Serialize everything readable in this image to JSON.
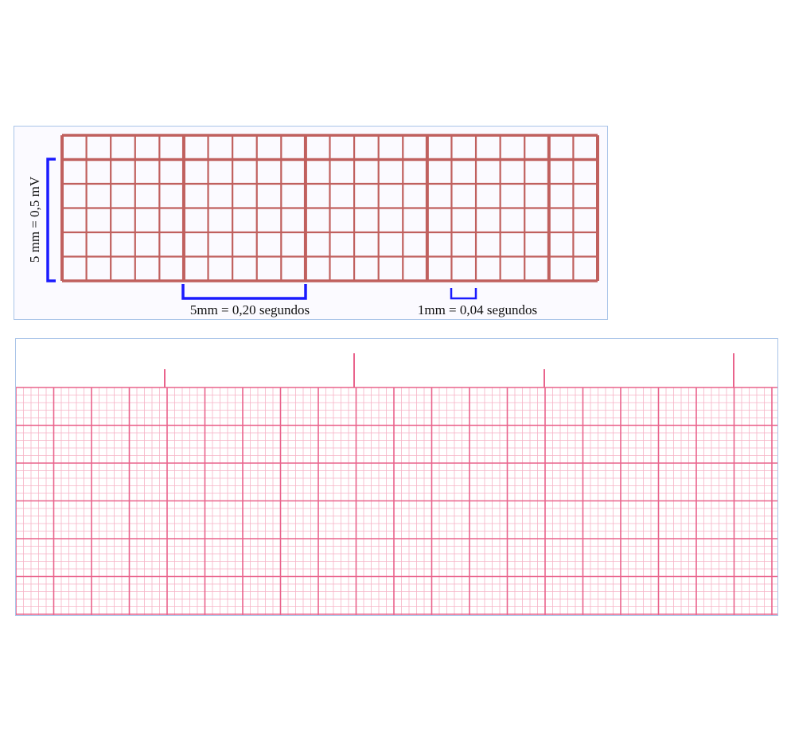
{
  "diagram": {
    "legend_panel": {
      "vertical_label": "5 mm = 0,5 mV",
      "label_5mm": "5mm = 0,20 segundos",
      "label_1mm": "1mm = 0,04 segundos"
    },
    "colors": {
      "legend_grid": "#c0605e",
      "bracket": "#1a1aff",
      "ecg_fine_grid": "#f6b3c6",
      "ecg_bold_grid": "#e9638c",
      "panel_border": "#a9c4e8"
    },
    "small_boxes_per_large_box": 5,
    "calibration_spikes": 4
  }
}
